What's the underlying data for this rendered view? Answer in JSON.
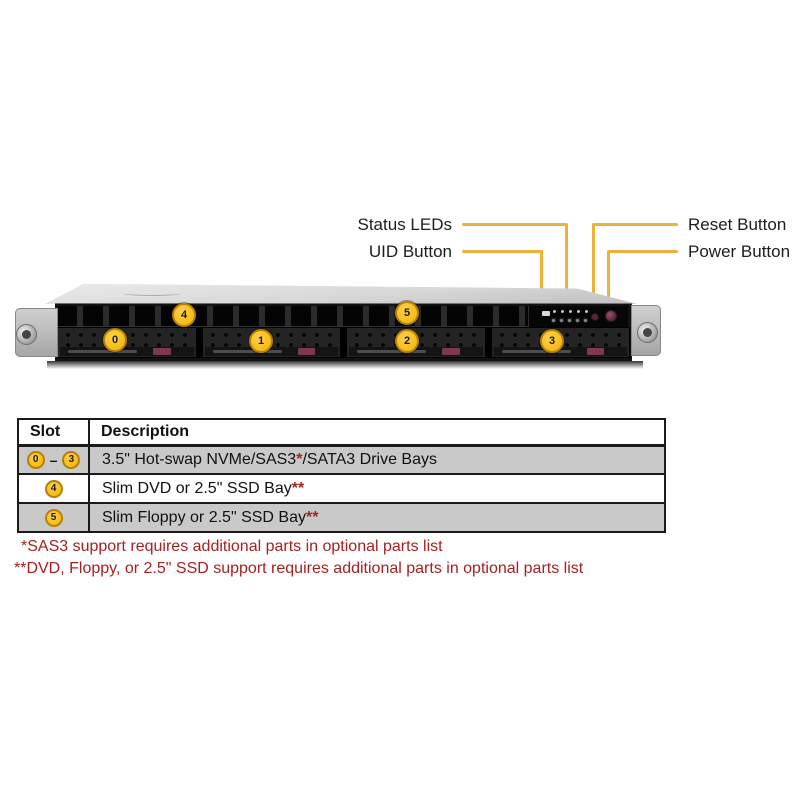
{
  "callouts": {
    "status_leds": "Status LEDs",
    "uid": "UID Button",
    "reset": "Reset Button",
    "power": "Power Button"
  },
  "server": {
    "drive_bay_numbers": [
      "0",
      "1",
      "2",
      "3"
    ],
    "slim_bay_numbers": [
      "4",
      "5"
    ]
  },
  "table": {
    "header": {
      "slot": "Slot",
      "description": "Description"
    },
    "rows": [
      {
        "badge_start": "0",
        "separator": "–",
        "badge_end": "3",
        "desc_pre": "3.5\" Hot-swap NVMe/SAS3",
        "desc_mark": "*",
        "desc_post": "/SATA3 Drive Bays"
      },
      {
        "badge": "4",
        "desc_pre": "Slim DVD or 2.5\" SSD Bay",
        "desc_mark": "**",
        "desc_post": ""
      },
      {
        "badge": "5",
        "desc_pre": "Slim Floppy or 2.5\" SSD Bay",
        "desc_mark": "**",
        "desc_post": ""
      }
    ]
  },
  "footnotes": {
    "first": "*SAS3 support requires additional parts in optional parts list",
    "second": "**DVD, Floppy, or 2.5\" SSD support requires additional parts in optional parts list"
  },
  "colors": {
    "accent_gold": "#EDB23C",
    "badge_fill": "#F6BB13",
    "badge_border": "#B5800A",
    "footnote_red": "#A62121",
    "table_gray": "#C9C9C9"
  }
}
